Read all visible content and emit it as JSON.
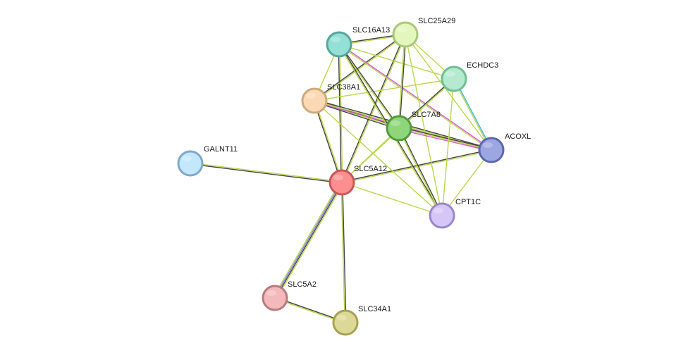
{
  "nodes": [
    {
      "id": "SLC25A29",
      "label": "SLC25A29",
      "fill": "#e3f7bd",
      "stroke": "#a9c77a"
    },
    {
      "id": "SLC16A13",
      "label": "SLC16A13",
      "fill": "#94e0d6",
      "stroke": "#56a69b"
    },
    {
      "id": "ECHDC3",
      "label": "ECHDC3",
      "fill": "#b5ead0",
      "stroke": "#6fbf93"
    },
    {
      "id": "SLC38A1",
      "label": "SLC38A1",
      "fill": "#fcd9b5",
      "stroke": "#cfa97e"
    },
    {
      "id": "SLC7A8",
      "label": "SLC7A8",
      "fill": "#8fd67a",
      "stroke": "#4f9a3e"
    },
    {
      "id": "ACOXL",
      "label": "ACOXL",
      "fill": "#9ca6e0",
      "stroke": "#5c67ad"
    },
    {
      "id": "GALNT11",
      "label": "GALNT11",
      "fill": "#c3e7fb",
      "stroke": "#7fa9c9"
    },
    {
      "id": "SLC5A12",
      "label": "SLC5A12",
      "fill": "#fb8f8f",
      "stroke": "#c95757"
    },
    {
      "id": "CPT1C",
      "label": "CPT1C",
      "fill": "#d6c6f7",
      "stroke": "#9a86c9"
    },
    {
      "id": "SLC5A2",
      "label": "SLC5A2",
      "fill": "#f4b9bb",
      "stroke": "#b97a7d"
    },
    {
      "id": "SLC34A1",
      "label": "SLC34A1",
      "fill": "#dcd895",
      "stroke": "#a6a154"
    }
  ],
  "edges": [
    {
      "from": "SLC5A12",
      "to": "GALNT11",
      "colors": [
        "#444444",
        "#b9d84a"
      ]
    },
    {
      "from": "SLC5A12",
      "to": "SLC5A2",
      "colors": [
        "#b9d84a",
        "#444444",
        "#7b7bf0",
        "#b9d84a"
      ]
    },
    {
      "from": "SLC5A12",
      "to": "SLC34A1",
      "colors": [
        "#444444",
        "#b9d84a"
      ]
    },
    {
      "from": "SLC5A2",
      "to": "SLC34A1",
      "colors": [
        "#444444",
        "#b9d84a"
      ]
    },
    {
      "from": "SLC5A12",
      "to": "SLC38A1",
      "colors": [
        "#444444",
        "#b9d84a"
      ]
    },
    {
      "from": "SLC5A12",
      "to": "SLC16A13",
      "colors": [
        "#444444",
        "#b9d84a"
      ]
    },
    {
      "from": "SLC5A12",
      "to": "SLC25A29",
      "colors": [
        "#444444",
        "#b9d84a"
      ]
    },
    {
      "from": "SLC5A12",
      "to": "SLC7A8",
      "colors": [
        "#b9d84a"
      ]
    },
    {
      "from": "SLC5A12",
      "to": "ACOXL",
      "colors": [
        "#444444",
        "#b9d84a"
      ]
    },
    {
      "from": "SLC5A12",
      "to": "CPT1C",
      "colors": [
        "#b9d84a"
      ]
    },
    {
      "from": "SLC5A12",
      "to": "ECHDC3",
      "colors": [
        "#b9d84a"
      ]
    },
    {
      "from": "SLC38A1",
      "to": "SLC7A8",
      "colors": [
        "#444444",
        "#b9d84a",
        "#444444"
      ]
    },
    {
      "from": "SLC38A1",
      "to": "ACOXL",
      "colors": [
        "#444444",
        "#b9d84a",
        "#d65bd6"
      ]
    },
    {
      "from": "SLC38A1",
      "to": "SLC16A13",
      "colors": [
        "#b9d84a"
      ]
    },
    {
      "from": "SLC38A1",
      "to": "SLC25A29",
      "colors": [
        "#444444",
        "#b9d84a"
      ]
    },
    {
      "from": "SLC38A1",
      "to": "ECHDC3",
      "colors": [
        "#b9d84a"
      ]
    },
    {
      "from": "SLC38A1",
      "to": "CPT1C",
      "colors": [
        "#b9d84a"
      ]
    },
    {
      "from": "SLC16A13",
      "to": "SLC25A29",
      "colors": [
        "#444444",
        "#b9d84a"
      ]
    },
    {
      "from": "SLC16A13",
      "to": "SLC7A8",
      "colors": [
        "#444444",
        "#b9d84a"
      ]
    },
    {
      "from": "SLC16A13",
      "to": "ACOXL",
      "colors": [
        "#d65bd6",
        "#b9d84a"
      ]
    },
    {
      "from": "SLC16A13",
      "to": "ECHDC3",
      "colors": [
        "#b9d84a"
      ]
    },
    {
      "from": "SLC16A13",
      "to": "CPT1C",
      "colors": [
        "#444444",
        "#b9d84a"
      ]
    },
    {
      "from": "SLC25A29",
      "to": "SLC7A8",
      "colors": [
        "#444444",
        "#b9d84a"
      ]
    },
    {
      "from": "SLC25A29",
      "to": "ECHDC3",
      "colors": [
        "#b9d84a"
      ]
    },
    {
      "from": "SLC25A29",
      "to": "ACOXL",
      "colors": [
        "#b9d84a"
      ]
    },
    {
      "from": "SLC25A29",
      "to": "CPT1C",
      "colors": [
        "#b9d84a"
      ]
    },
    {
      "from": "SLC7A8",
      "to": "ACOXL",
      "colors": [
        "#444444",
        "#b9d84a",
        "#d65bd6"
      ]
    },
    {
      "from": "SLC7A8",
      "to": "ECHDC3",
      "colors": [
        "#444444",
        "#b9d84a"
      ]
    },
    {
      "from": "SLC7A8",
      "to": "CPT1C",
      "colors": [
        "#444444",
        "#b9d84a"
      ]
    },
    {
      "from": "ECHDC3",
      "to": "ACOXL",
      "colors": [
        "#3fb6d9",
        "#b9d84a"
      ]
    },
    {
      "from": "ECHDC3",
      "to": "CPT1C",
      "colors": [
        "#b9d84a"
      ]
    },
    {
      "from": "ACOXL",
      "to": "CPT1C",
      "colors": [
        "#b9d84a"
      ]
    }
  ]
}
